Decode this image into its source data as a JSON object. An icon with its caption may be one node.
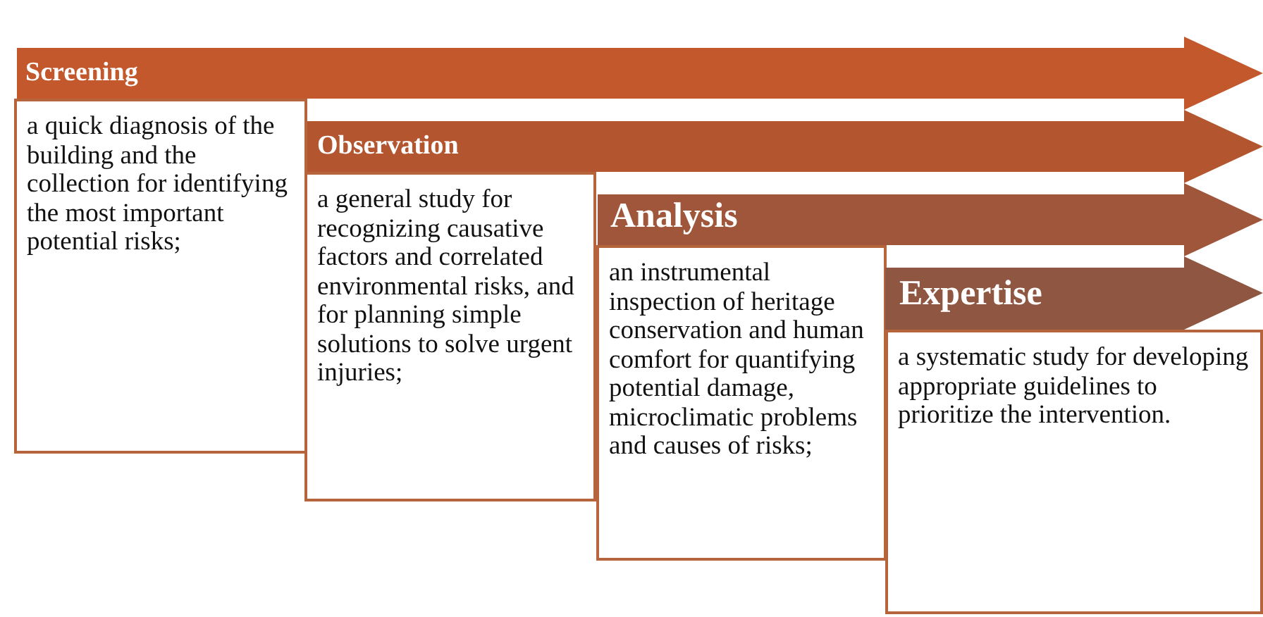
{
  "diagram": {
    "nodes": [
      {
        "text": [
          "Screening"
        ]
      },
      {
        "text": [
          "a quick diagnosis of the building and the collection for identifying the most important potential risks;"
        ]
      },
      {
        "text": [
          "Observation"
        ]
      },
      {
        "text": [
          "a general study for recognizing causative factors and correlated environmental risks, and for planning simple solutions to solve urgent injuries;"
        ]
      },
      {
        "text": [
          "Analysis"
        ]
      },
      {
        "text": [
          "an instrumental inspection of heritage conservation and human comfort for quantifying potential damage, microclimatic problems and causes of risks;"
        ]
      },
      {
        "text": [
          "Expertise"
        ]
      },
      {
        "text": [
          "a systematic study for developing appropriate guidelines to prioritize the intervention."
        ]
      }
    ],
    "edges": []
  }
}
